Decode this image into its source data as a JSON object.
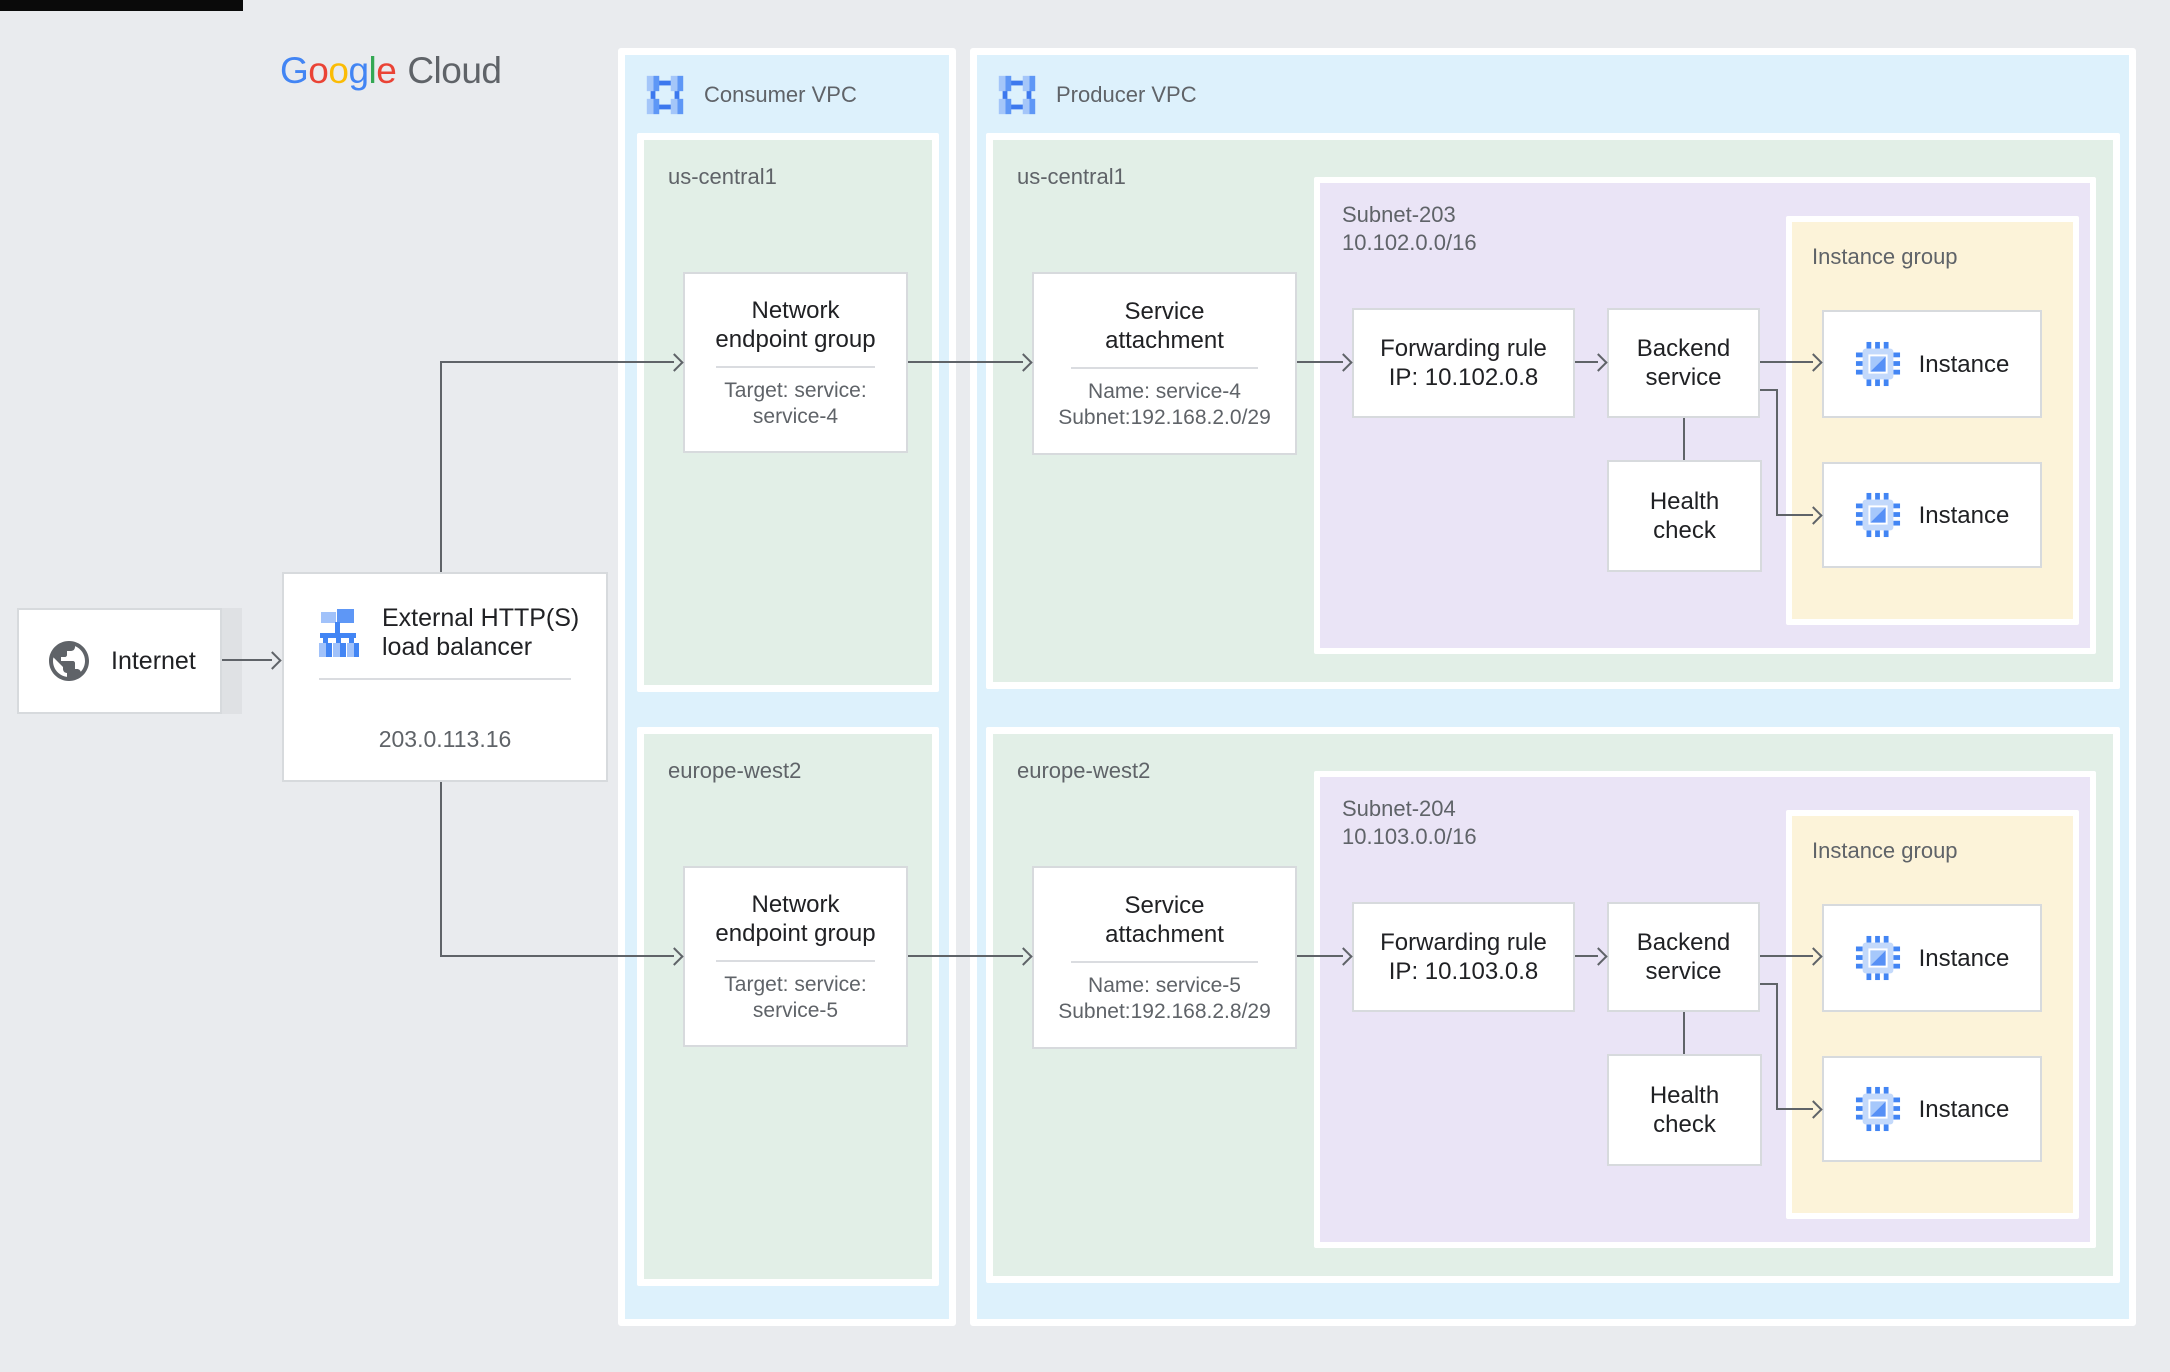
{
  "logo": {
    "letters": [
      {
        "t": "G",
        "c": "#4285F4"
      },
      {
        "t": "o",
        "c": "#EA4335"
      },
      {
        "t": "o",
        "c": "#FBBC05"
      },
      {
        "t": "g",
        "c": "#4285F4"
      },
      {
        "t": "l",
        "c": "#34A853"
      },
      {
        "t": "e",
        "c": "#EA4335"
      }
    ],
    "cloud": "Cloud"
  },
  "containers": {
    "consumer_vpc": "Consumer VPC",
    "producer_vpc": "Producer VPC",
    "regions": {
      "us_central1": "us-central1",
      "europe_west2": "europe-west2"
    },
    "subnet1": [
      "Subnet-203",
      "10.102.0.0/16"
    ],
    "subnet2": [
      "Subnet-204",
      "10.103.0.0/16"
    ]
  },
  "instance_groups": [
    {
      "label": "Instance group",
      "instances": [
        "Instance",
        "Instance"
      ]
    },
    {
      "label": "Instance group",
      "instances": [
        "Instance",
        "Instance"
      ]
    }
  ],
  "nodes": {
    "internet": {
      "label": "Internet"
    },
    "load_balancer": {
      "title": [
        "External HTTP(S)",
        "load balancer"
      ],
      "ip": "203.0.113.16"
    },
    "neg1": {
      "title": [
        "Network",
        "endpoint group"
      ],
      "detail": [
        "Target: service:",
        "service-4"
      ]
    },
    "neg2": {
      "title": [
        "Network",
        "endpoint group"
      ],
      "detail": [
        "Target: service:",
        "service-5"
      ]
    },
    "sa1": {
      "title": [
        "Service",
        "attachment"
      ],
      "detail": [
        "Name: service-4",
        "Subnet:192.168.2.0/29"
      ]
    },
    "sa2": {
      "title": [
        "Service",
        "attachment"
      ],
      "detail": [
        "Name: service-5",
        "Subnet:192.168.2.8/29"
      ]
    },
    "fr1": {
      "lines": [
        "Forwarding rule",
        "IP: 10.102.0.8"
      ]
    },
    "fr2": {
      "lines": [
        "Forwarding rule",
        "IP: 10.103.0.8"
      ]
    },
    "bs": {
      "lines": [
        "Backend",
        "service"
      ]
    },
    "hc": {
      "lines": [
        "Health",
        "check"
      ]
    }
  },
  "colors": {
    "accent_blue": "#4285f4",
    "light_blue": "#a1c2fa",
    "vpc_bg": "#ddf1fc",
    "region_bg": "#e2efe7",
    "subnet_bg": "#eae4f6",
    "instance_group_bg": "#fcf3d9",
    "line": "#5f6368",
    "title_text": "#202124",
    "subtitle_text": "#5f6368",
    "page_bg": "#e9ebee"
  }
}
